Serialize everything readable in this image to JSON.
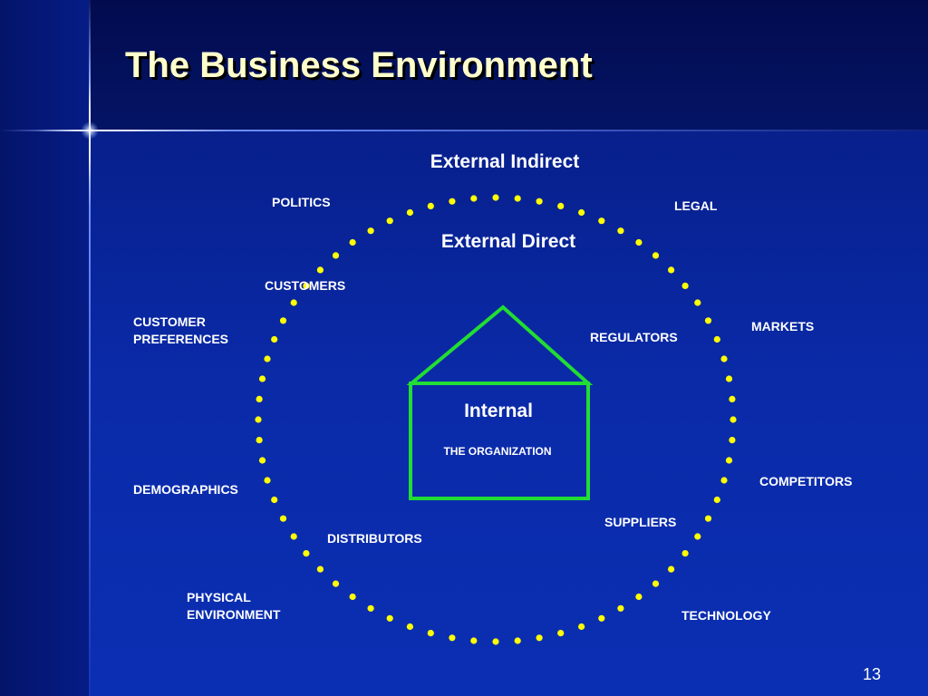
{
  "slide": {
    "title": "The Business Environment",
    "number": "13"
  },
  "diagram": {
    "outer_heading": "External Indirect",
    "ring_heading": "External Direct",
    "house_heading": "Internal",
    "house_subtitle": "THE ORGANIZATION",
    "external_indirect_items": {
      "politics": "POLITICS",
      "legal": "LEGAL",
      "customer_preferences": [
        "CUSTOMER",
        "PREFERENCES"
      ],
      "markets": "MARKETS",
      "demographics": "DEMOGRAPHICS",
      "competitors": "COMPETITORS",
      "physical_environment": [
        "PHYSICAL",
        "ENVIRONMENT"
      ],
      "technology": "TECHNOLOGY"
    },
    "external_direct_items": {
      "customers": "CUSTOMERS",
      "regulators": "REGULATORS",
      "distributors": "DISTRIBUTORS",
      "suppliers": "SUPPLIERS"
    }
  },
  "colors": {
    "background": "#0a2aa8",
    "title_text": "#ffffcc",
    "ring_dots": "#ffff00",
    "house_outline": "#22dd33",
    "label_text": "#ffffff"
  },
  "icons": {
    "corner_star": "sparkle-star-icon"
  }
}
